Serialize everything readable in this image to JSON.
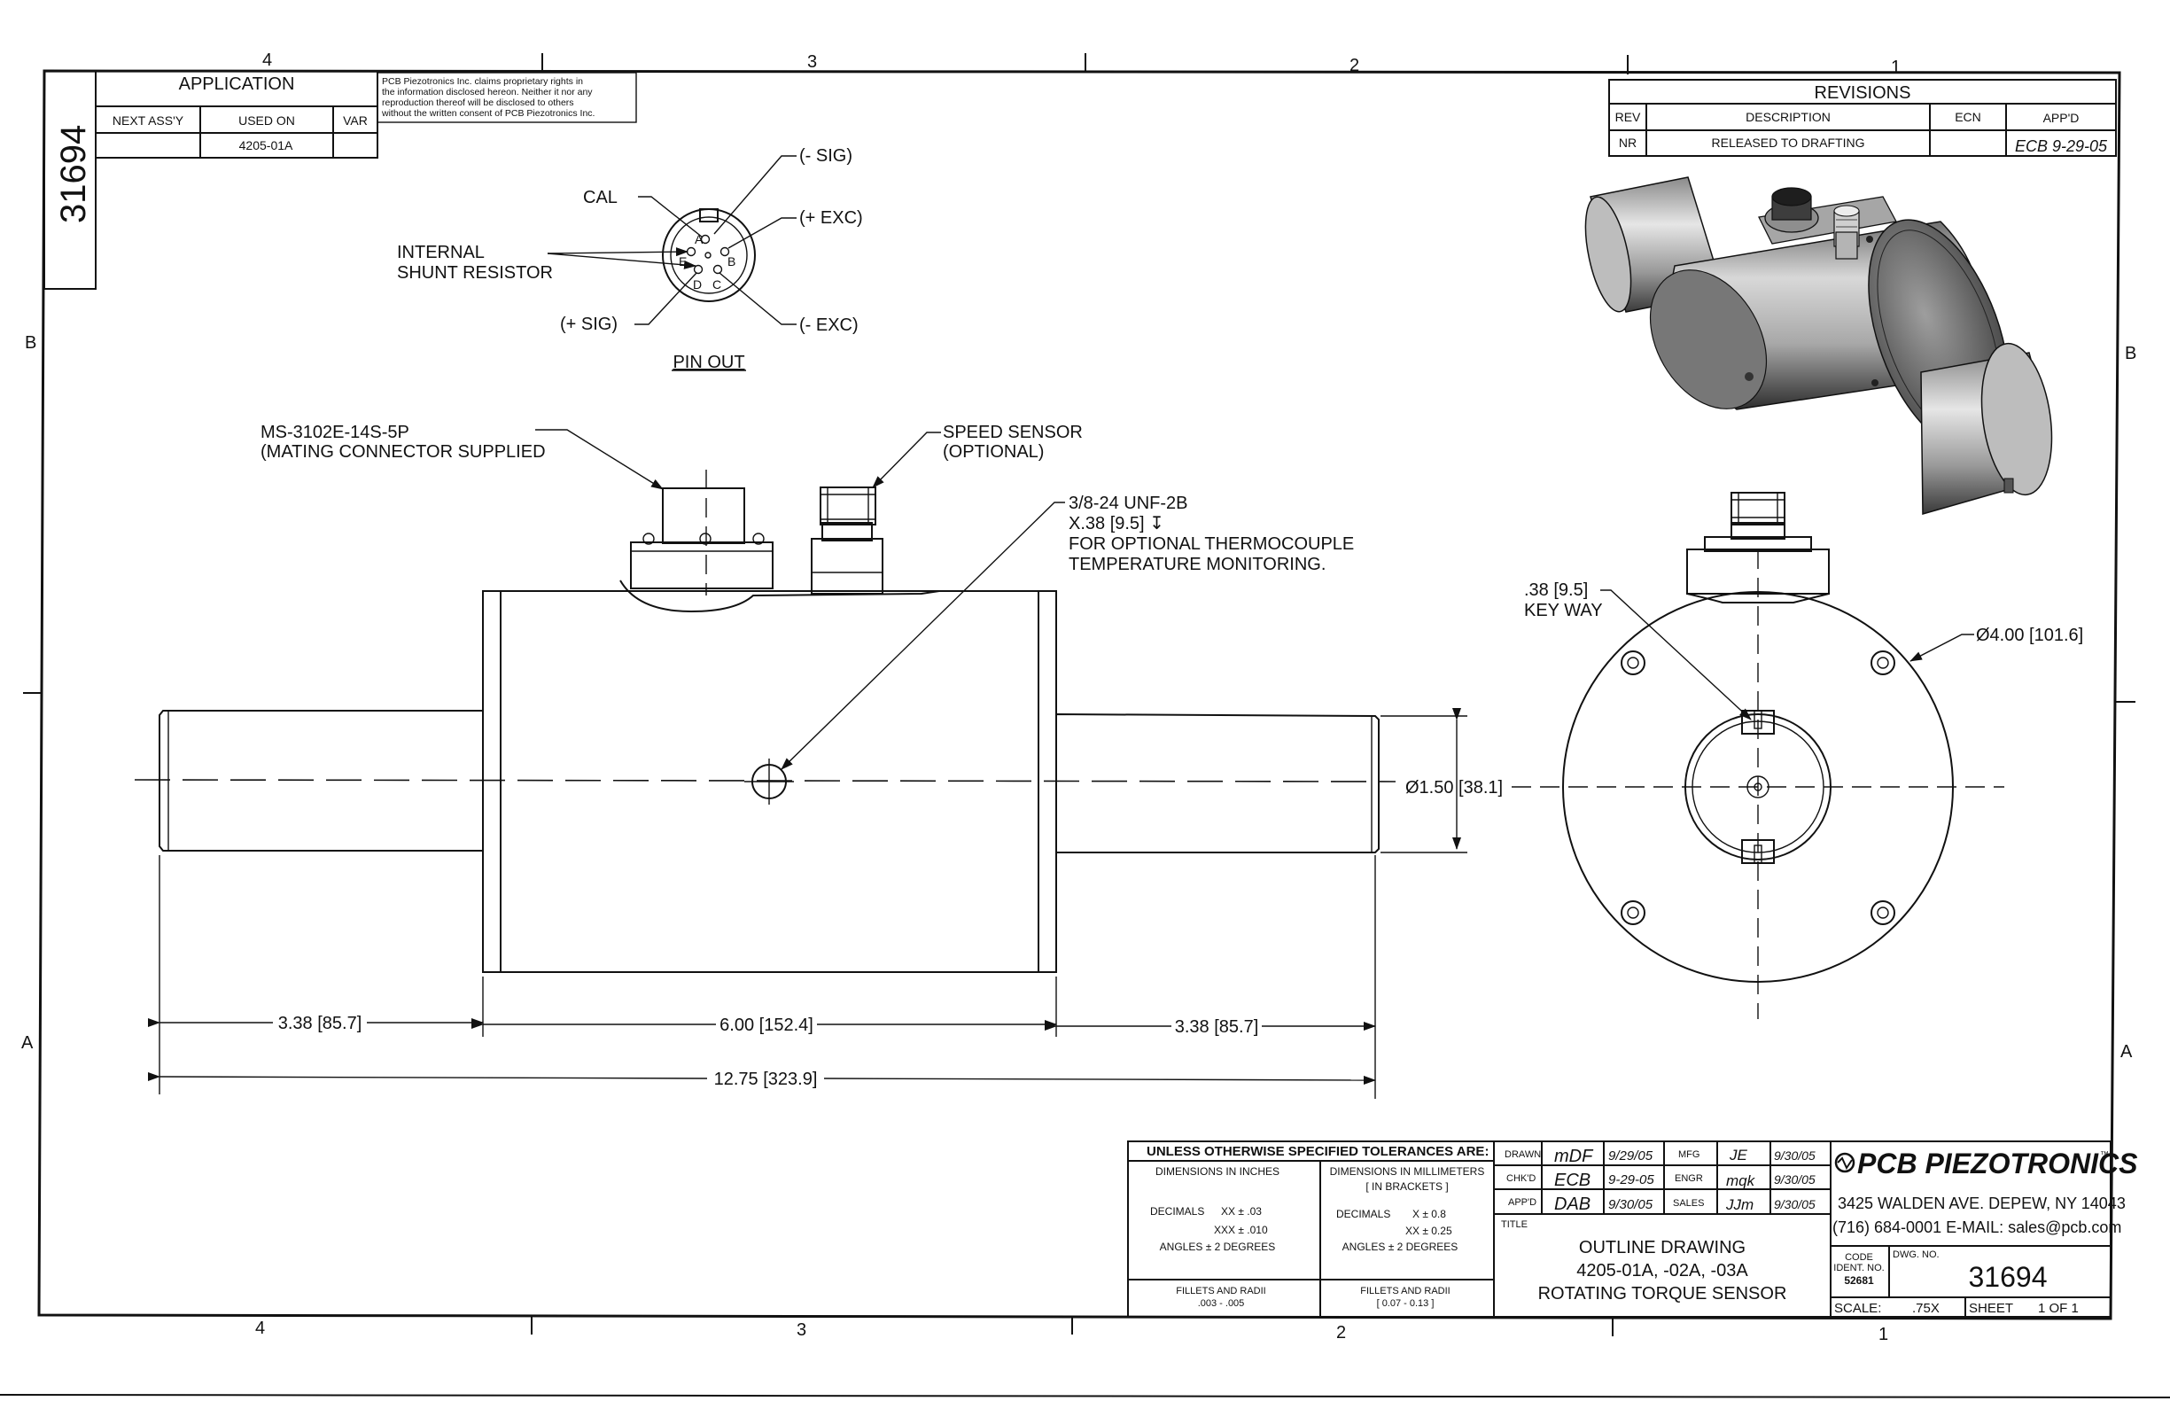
{
  "zones": {
    "top": [
      "4",
      "3",
      "2",
      "1"
    ],
    "bottom": [
      "4",
      "3",
      "2",
      "1"
    ],
    "left": [
      "B",
      "A"
    ],
    "right": [
      "B",
      "A"
    ]
  },
  "side_dwg_no": "31694",
  "application": {
    "title": "APPLICATION",
    "headers": [
      "NEXT ASS'Y",
      "USED ON",
      "VAR"
    ],
    "used_on": "4205-01A",
    "proprietary": [
      "PCB Piezotronics Inc. claims proprietary rights in",
      "the information disclosed hereon.  Neither it nor any",
      "reproduction thereof will be disclosed to others",
      "without the written consent of PCB Piezotronics Inc."
    ]
  },
  "revisions": {
    "title": "REVISIONS",
    "headers": [
      "REV",
      "DESCRIPTION",
      "ECN",
      "APP'D"
    ],
    "row": {
      "rev": "NR",
      "description": "RELEASED TO DRAFTING",
      "ecn": "",
      "appd": "ECB 9-29-05"
    }
  },
  "pinout": {
    "title": "PIN OUT",
    "labels": {
      "neg_sig": "(- SIG)",
      "pos_exc": "(+ EXC)",
      "cal": "CAL",
      "internal_1": "INTERNAL",
      "internal_2": "SHUNT RESISTOR",
      "pos_sig": "(+ SIG)",
      "neg_exc": "(- EXC)"
    },
    "pins": [
      "A",
      "B",
      "C",
      "D",
      "E"
    ]
  },
  "callouts": {
    "connector_1": "MS-3102E-14S-5P",
    "connector_2": "(MATING CONNECTOR SUPPLIED",
    "speed_1": "SPEED SENSOR",
    "speed_2": "(OPTIONAL)",
    "thread_1": "3/8-24 UNF-2B",
    "thread_2": "X.38 [9.5] ↧",
    "thread_3": "FOR OPTIONAL THERMOCOUPLE",
    "thread_4": "TEMPERATURE MONITORING.",
    "keyway_1": ".38 [9.5]",
    "keyway_2": "KEY WAY",
    "body_dia": "Ø4.00 [101.6]",
    "shaft_dia": "Ø1.50 [38.1]"
  },
  "dimensions": {
    "left_shaft": "3.38 [85.7]",
    "body": "6.00 [152.4]",
    "right_shaft": "3.38 [85.7]",
    "overall": "12.75 [323.9]"
  },
  "tolerances": {
    "header": "UNLESS OTHERWISE SPECIFIED  TOLERANCES ARE:",
    "inch_title": "DIMENSIONS  IN INCHES",
    "inch_dec_label": "DECIMALS",
    "inch_xx": "XX   ± .03",
    "inch_xxx": "XXX   ± .010",
    "inch_angles": "ANGLES  ± 2 DEGREES",
    "mm_title_1": "DIMENSIONS IN MILLIMETERS",
    "mm_title_2": "[ IN BRACKETS ]",
    "mm_dec_label": "DECIMALS",
    "mm_x": "X   ± 0.8",
    "mm_xx": "XX   ± 0.25",
    "mm_angles": "ANGLES  ± 2 DEGREES",
    "fillets_in_1": "FILLETS AND RADII",
    "fillets_in_2": ".003 - .005",
    "fillets_mm_1": "FILLETS AND RADII",
    "fillets_mm_2": "[ 0.07 - 0.13 ]"
  },
  "signoffs": {
    "drawn_label": "DRAWN",
    "drawn_by": "mDF",
    "drawn_date": "9/29/05",
    "mfg_label": "MFG",
    "mfg_by": "JE",
    "mfg_date": "9/30/05",
    "chkd_label": "CHK'D",
    "chkd_by": "ECB",
    "chkd_date": "9-29-05",
    "engr_label": "ENGR",
    "engr_by": "mqk",
    "engr_date": "9/30/05",
    "appd_label": "APP'D",
    "appd_by": "DAB",
    "appd_date": "9/30/05",
    "sales_label": "SALES",
    "sales_by": "JJm",
    "sales_date": "9/30/05",
    "title_label": "TITLE"
  },
  "title_block": {
    "title_1": "OUTLINE DRAWING",
    "title_2": "4205-01A, -02A, -03A",
    "title_3": "ROTATING TORQUE SENSOR",
    "company": "PCB PIEZOTRONICS",
    "tm": "™",
    "address": "3425 WALDEN AVE. DEPEW, NY 14043",
    "contact": "(716)  684-0001  E-MAIL:  sales@pcb.com",
    "code_label_1": "CODE",
    "code_label_2": "IDENT. NO.",
    "code": "52681",
    "dwg_label": "DWG. NO.",
    "dwg_no": "31694",
    "scale_label": "SCALE:",
    "scale": ".75X",
    "sheet_label": "SHEET",
    "sheet": "1 OF 1"
  }
}
